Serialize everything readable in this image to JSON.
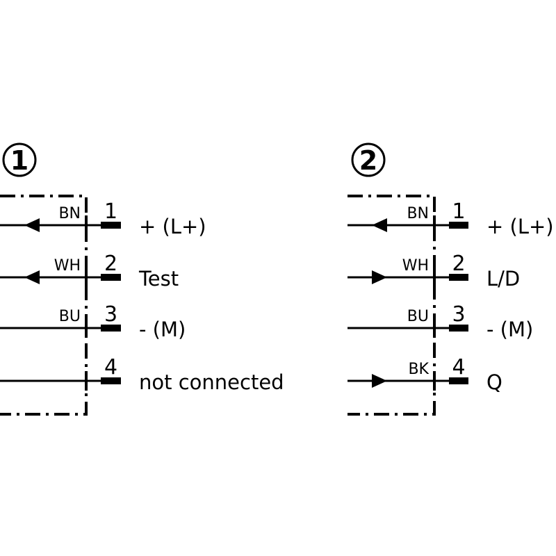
{
  "diagrams": [
    {
      "badge": "1",
      "pins": [
        {
          "number": "1",
          "wire_color": "BN",
          "function": "+ (L+)",
          "arrow": "in"
        },
        {
          "number": "2",
          "wire_color": "WH",
          "function": "Test",
          "arrow": "in"
        },
        {
          "number": "3",
          "wire_color": "BU",
          "function": "- (M)",
          "arrow": "none"
        },
        {
          "number": "4",
          "wire_color": "",
          "function": "not connected",
          "arrow": "none"
        }
      ]
    },
    {
      "badge": "2",
      "pins": [
        {
          "number": "1",
          "wire_color": "BN",
          "function": "+ (L+)",
          "arrow": "in"
        },
        {
          "number": "2",
          "wire_color": "WH",
          "function": "L/D",
          "arrow": "out"
        },
        {
          "number": "3",
          "wire_color": "BU",
          "function": "- (M)",
          "arrow": "none"
        },
        {
          "number": "4",
          "wire_color": "BK",
          "function": "Q",
          "arrow": "out"
        }
      ]
    }
  ]
}
